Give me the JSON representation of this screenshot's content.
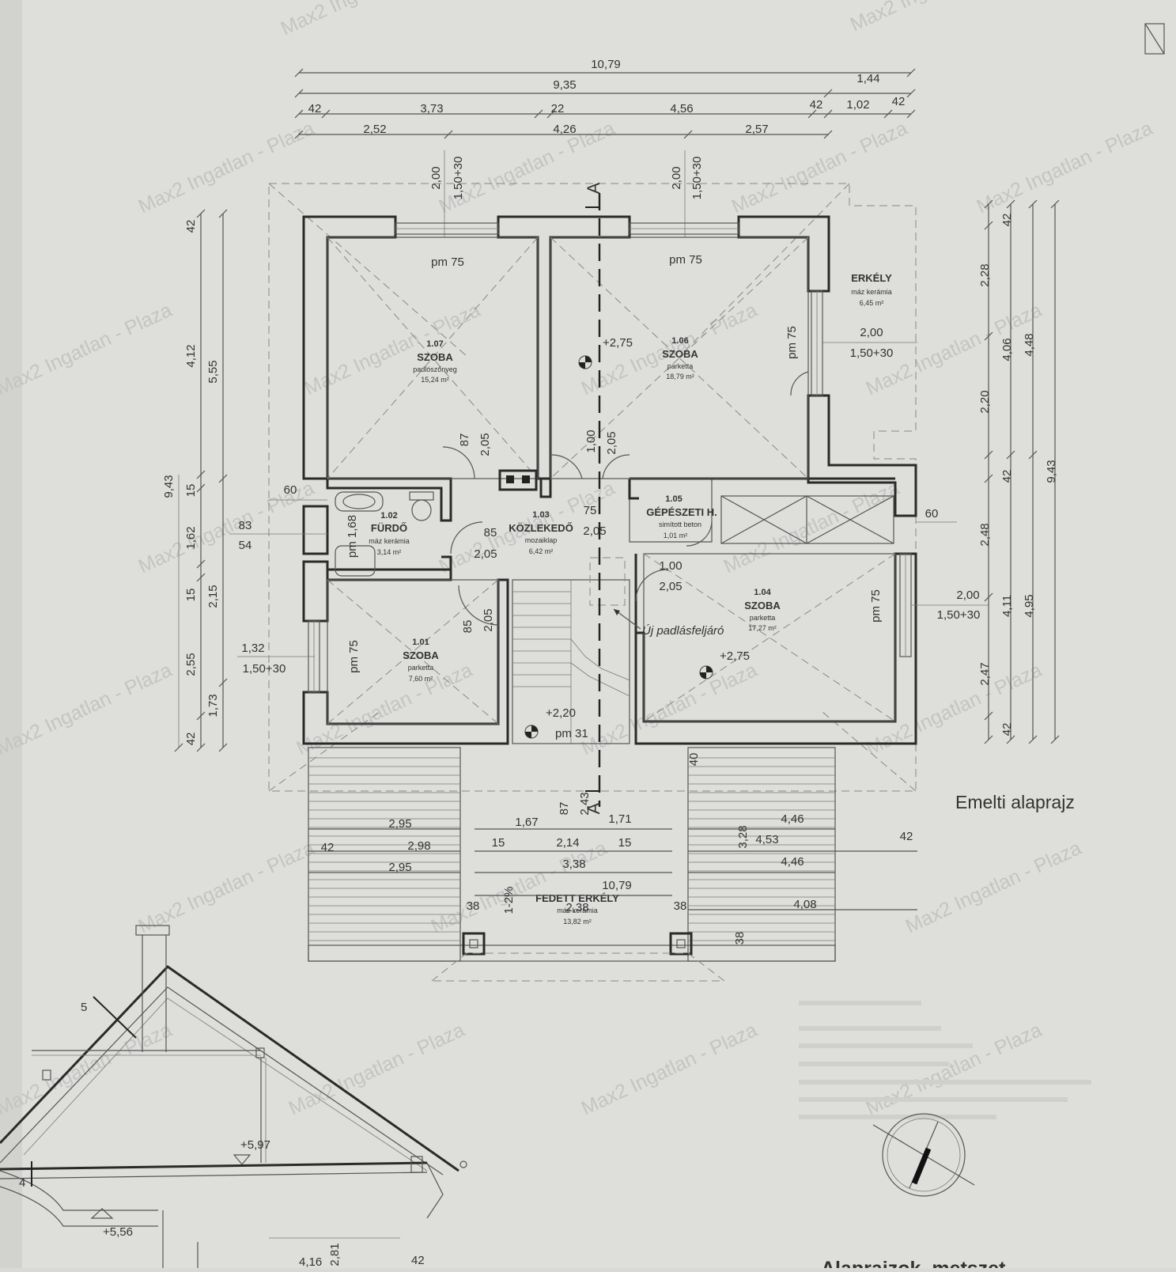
{
  "watermark": "Max2 Ingatlan - Plaza",
  "title": "Emelti alaprajz",
  "footer_title": "Alaprajzok, metszet",
  "section_marker": "A",
  "top_dimensions": {
    "row1": [
      "10,79"
    ],
    "row2": [
      "9,35",
      "1,44"
    ],
    "row3": [
      "42",
      "3,73",
      "22",
      "4,56",
      "42",
      "1,02",
      "42"
    ],
    "row4": [
      "2,52",
      "4,26",
      "2,57"
    ]
  },
  "window_labels": {
    "w_1_07": [
      "2,00",
      "1,50+30"
    ],
    "w_1_06": [
      "2,00",
      "1,50+30"
    ],
    "w_balcony": [
      "2,00",
      "1,50+30"
    ],
    "w_1_04": [
      "2,00",
      "1,50+30"
    ],
    "w_1_01": [
      "1,32",
      "1,50+30"
    ]
  },
  "left_dimensions": {
    "outer": [
      "9,43"
    ],
    "middle": [
      "4,12",
      "15",
      "1,62",
      "15",
      "2,55",
      "42"
    ],
    "inner": [
      "42",
      "5,55",
      "2,15",
      "1,73"
    ],
    "extra": [
      "60",
      "83",
      "54"
    ]
  },
  "right_dimensions": {
    "outer": [
      "9,43"
    ],
    "middle": [
      "4,48",
      "4,95"
    ],
    "inner": [
      "42",
      "2,28",
      "4,06",
      "2,20",
      "42",
      "2,48",
      "4,11",
      "2,47",
      "42"
    ],
    "extra": [
      "60"
    ]
  },
  "rooms": [
    {
      "no": "1.07",
      "name": "SZOBA",
      "floor": "padlószőnyeg",
      "area": "15,24 m²",
      "pm": "pm 75"
    },
    {
      "no": "1.06",
      "name": "SZOBA",
      "floor": "parketta",
      "area": "18,79 m²",
      "pm": "pm 75"
    },
    {
      "no": "",
      "name": "ERKÉLY",
      "floor": "máz kerámia",
      "area": "6,45 m²",
      "pm": "pm 75"
    },
    {
      "no": "1.02",
      "name": "FÜRDŐ",
      "floor": "máz kerámia",
      "area": "3,14 m²",
      "pm": "pm 1,68"
    },
    {
      "no": "1.03",
      "name": "KÖZLEKEDŐ",
      "floor": "mozaiklap",
      "area": "6,42 m²",
      "pm": ""
    },
    {
      "no": "1.05",
      "name": "GÉPÉSZETI H.",
      "floor": "simított beton",
      "area": "1,01 m²",
      "pm": ""
    },
    {
      "no": "1.04",
      "name": "SZOBA",
      "floor": "parketta",
      "area": "17,27 m²",
      "pm": "pm 75"
    },
    {
      "no": "1.01",
      "name": "SZOBA",
      "floor": "parketta",
      "area": "7,60 m²",
      "pm": "pm 75"
    },
    {
      "no": "",
      "name": "FEDETT ERKÉLY",
      "floor": "máz kerámia",
      "area": "13,82 m²",
      "pm": ""
    }
  ],
  "levels": [
    "+2,75",
    "+2,75",
    "+2,20"
  ],
  "stair_pm": "pm 31",
  "attic_access": "Új padlásfeljáró",
  "door_labels": [
    "87",
    "2,05",
    "1,00",
    "2,05",
    "75",
    "2,05",
    "85",
    "2,05",
    "1,00",
    "2,05",
    "85",
    "2,05"
  ],
  "bottom_dimensions": {
    "left": [
      "2,95",
      "42",
      "2,98",
      "2,95"
    ],
    "center": [
      "1,67",
      "87",
      "2,43",
      "1,71",
      "15",
      "2,14",
      "15",
      "3,38",
      "10,79",
      "1-2%",
      "38",
      "2,38",
      "38"
    ],
    "right": [
      "40",
      "4,46",
      "3,28",
      "4,53",
      "42",
      "4,46",
      "4,08",
      "38"
    ]
  },
  "section_levels": [
    "+5,97",
    "+5,56"
  ],
  "section_dims": [
    "5",
    "4",
    "4,16",
    "2,81",
    "42"
  ]
}
